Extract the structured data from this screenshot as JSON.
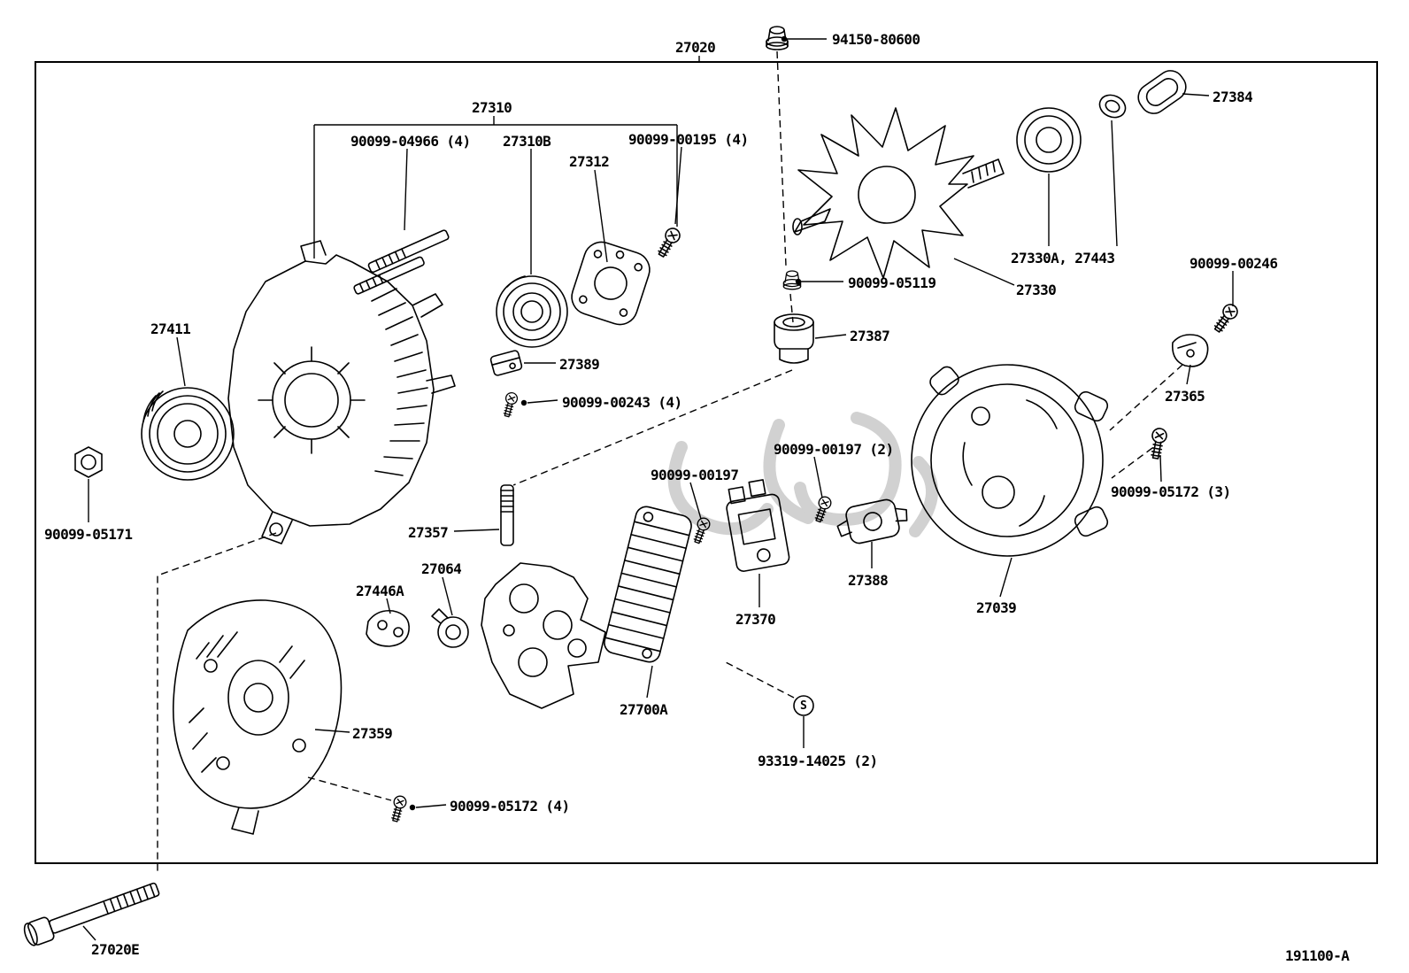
{
  "page": {
    "footer_code": "191100-A",
    "s_marker": "S"
  },
  "labels": [
    {
      "id": "27020",
      "text": "27020"
    },
    {
      "id": "94150-80600",
      "text": "94150-80600"
    },
    {
      "id": "27310",
      "text": "27310"
    },
    {
      "id": "90099-04966",
      "text": "90099-04966 (4)"
    },
    {
      "id": "27310B",
      "text": "27310B"
    },
    {
      "id": "90099-00195",
      "text": "90099-00195 (4)"
    },
    {
      "id": "27312",
      "text": "27312"
    },
    {
      "id": "27384",
      "text": "27384"
    },
    {
      "id": "27330A-27443",
      "text": "27330A, 27443"
    },
    {
      "id": "90099-00246",
      "text": "90099-00246"
    },
    {
      "id": "90099-05119",
      "text": "90099-05119"
    },
    {
      "id": "27330",
      "text": "27330"
    },
    {
      "id": "27411",
      "text": "27411"
    },
    {
      "id": "27387",
      "text": "27387"
    },
    {
      "id": "27389",
      "text": "27389"
    },
    {
      "id": "90099-00243",
      "text": "90099-00243 (4)"
    },
    {
      "id": "27365",
      "text": "27365"
    },
    {
      "id": "90099-00197-2",
      "text": "90099-00197 (2)"
    },
    {
      "id": "90099-00197",
      "text": "90099-00197"
    },
    {
      "id": "90099-05172-3",
      "text": "90099-05172 (3)"
    },
    {
      "id": "90099-05171",
      "text": "90099-05171"
    },
    {
      "id": "27357",
      "text": "27357"
    },
    {
      "id": "27064",
      "text": "27064"
    },
    {
      "id": "27446A",
      "text": "27446A"
    },
    {
      "id": "27388",
      "text": "27388"
    },
    {
      "id": "27370",
      "text": "27370"
    },
    {
      "id": "27039",
      "text": "27039"
    },
    {
      "id": "27359",
      "text": "27359"
    },
    {
      "id": "27700A",
      "text": "27700A"
    },
    {
      "id": "93319-14025",
      "text": "93319-14025 (2)"
    },
    {
      "id": "90099-05172-4",
      "text": "90099-05172 (4)"
    },
    {
      "id": "27020E",
      "text": "27020E"
    }
  ]
}
